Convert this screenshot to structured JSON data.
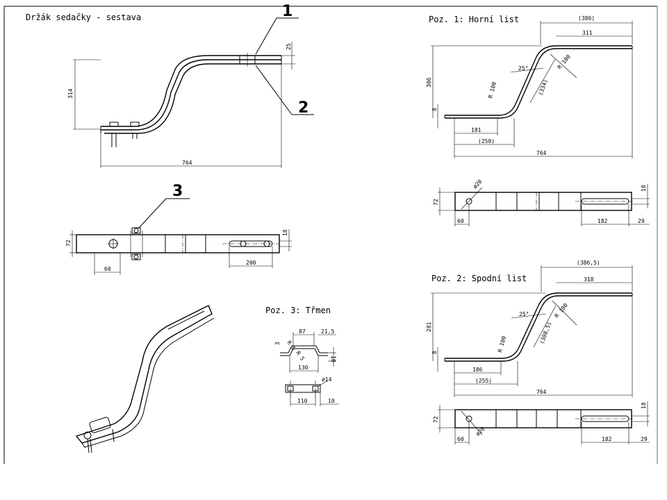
{
  "titles": {
    "assembly": "Držák sedačky - sestava",
    "pos1": "Poz. 1: Horní list",
    "pos2": "Poz. 2: Spodní list",
    "pos3": "Poz. 3: Třmen"
  },
  "balloons": {
    "b1": "1",
    "b2": "2",
    "b3": "3"
  },
  "assembly_side": {
    "height": "314",
    "thickness": "25",
    "length": "764"
  },
  "assembly_top": {
    "width": "72",
    "slot_width": "18",
    "hole_offset": "60",
    "slot_length": "200"
  },
  "pos1_side": {
    "height": "306",
    "thickness": "8",
    "angle": "25°",
    "r1": "R 100",
    "r2": "R 100",
    "len_top": "(380)",
    "len_top2": "311",
    "slope": "(334)",
    "b181": "181",
    "b250": "(250)",
    "total": "764"
  },
  "pos1_plan": {
    "hole": "ø20",
    "width": "72",
    "slot_w": "18",
    "left": "60",
    "slot_len": "182",
    "right": "29"
  },
  "pos2_side": {
    "height": "281",
    "thickness": "8",
    "angle": "25°",
    "r1": "R 100",
    "r2": "R 100",
    "len_top": "(386,5)",
    "len_top2": "318",
    "slope": "(308,5)",
    "b186": "186",
    "b255": "(255)",
    "total": "764"
  },
  "pos2_plan": {
    "hole": "ø20",
    "width": "72",
    "slot_w": "18",
    "left": "60",
    "slot_len": "182",
    "right": "29"
  },
  "pos3_side": {
    "d87": "87",
    "d215": "21,5",
    "d3": "3",
    "r6": "R 6",
    "r5": "R 5",
    "d130": "130",
    "d18": "18"
  },
  "pos3_top": {
    "hole": "ø14",
    "d110": "110",
    "d10": "10"
  }
}
